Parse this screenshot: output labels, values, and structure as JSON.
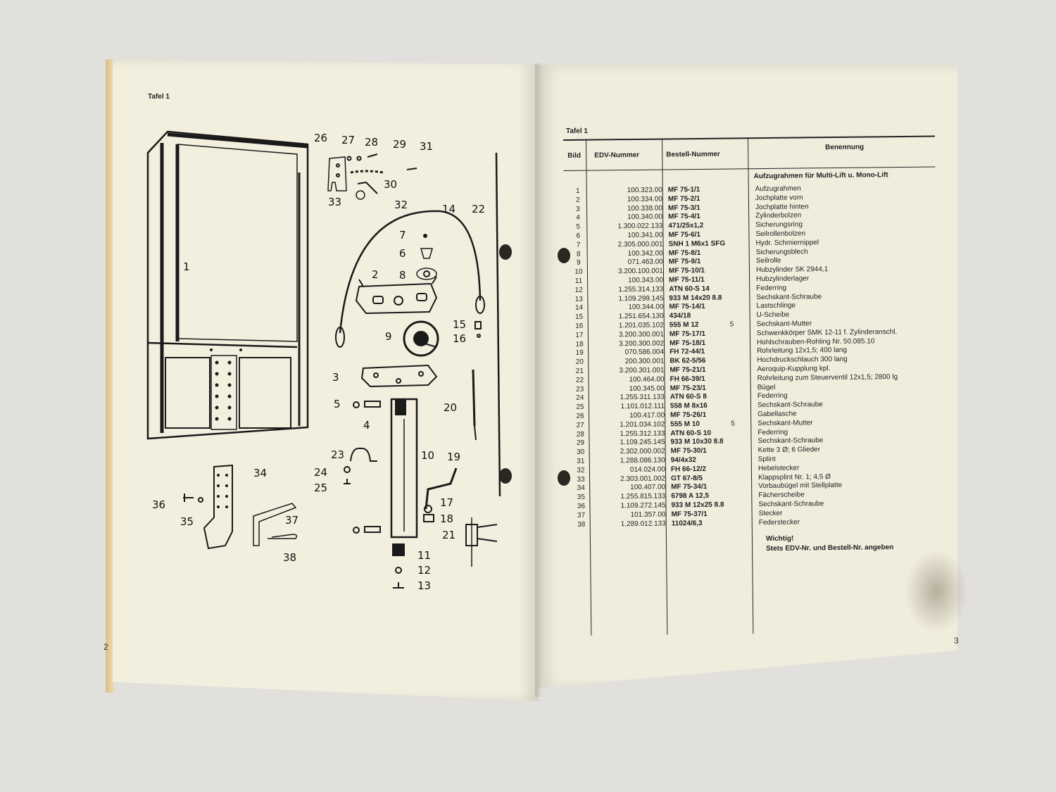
{
  "left_page": {
    "plate_title": "Tafel 1",
    "page_number": "2",
    "callouts": [
      "1",
      "2",
      "3",
      "4",
      "5",
      "6",
      "7",
      "8",
      "9",
      "10",
      "11",
      "12",
      "13",
      "14",
      "15",
      "16",
      "17",
      "18",
      "19",
      "20",
      "21",
      "22",
      "23",
      "24",
      "25",
      "26",
      "27",
      "28",
      "29",
      "30",
      "31",
      "32",
      "33",
      "34",
      "35",
      "36",
      "37",
      "38"
    ]
  },
  "right_page": {
    "plate_title": "Tafel 1",
    "page_number": "3",
    "headers": {
      "bild": "Bild",
      "edv": "EDV-Nummer",
      "bestell": "Bestell-Nummer",
      "benennung": "Benennung"
    },
    "group_heading": "Aufzugrahmen für Multi-Lift u. Mono-Lift",
    "rows": [
      {
        "bild": "1",
        "edv": "100.323.00",
        "bestell": "MF 75-1/1",
        "extra": "",
        "benennung": "Aufzugrahmen"
      },
      {
        "bild": "2",
        "edv": "100.334.00",
        "bestell": "MF 75-2/1",
        "extra": "",
        "benennung": "Jochplatte vorn"
      },
      {
        "bild": "3",
        "edv": "100.338.00",
        "bestell": "MF 75-3/1",
        "extra": "",
        "benennung": "Jochplatte hinten"
      },
      {
        "bild": "4",
        "edv": "100.340.00",
        "bestell": "MF 75-4/1",
        "extra": "",
        "benennung": "Zylinderbolzen"
      },
      {
        "bild": "5",
        "edv": "1.300.022.133",
        "bestell": "471/25x1,2",
        "extra": "",
        "benennung": "Sicherungsring"
      },
      {
        "bild": "6",
        "edv": "100.341.00",
        "bestell": "MF 75-6/1",
        "extra": "",
        "benennung": "Seilrollenbolzen"
      },
      {
        "bild": "7",
        "edv": "2.305.000.001",
        "bestell": "SNH 1 M6x1 SFG",
        "extra": "",
        "benennung": "Hydr. Schmiernippel"
      },
      {
        "bild": "8",
        "edv": "100.342.00",
        "bestell": "MF 75-8/1",
        "extra": "",
        "benennung": "Sicherungsblech"
      },
      {
        "bild": "9",
        "edv": "071.463.00",
        "bestell": "MF 75-9/1",
        "extra": "",
        "benennung": "Seilrolle"
      },
      {
        "bild": "10",
        "edv": "3.200.100.001",
        "bestell": "MF 75-10/1",
        "extra": "",
        "benennung": "Hubzylinder SK 2944,1"
      },
      {
        "bild": "11",
        "edv": "100.343.00",
        "bestell": "MF 75-11/1",
        "extra": "",
        "benennung": "Hubzylinderlager"
      },
      {
        "bild": "12",
        "edv": "1.255.314.133",
        "bestell": "ATN 60-S 14",
        "extra": "",
        "benennung": "Federring"
      },
      {
        "bild": "13",
        "edv": "1.109.299.145",
        "bestell": "933 M 14x20 8.8",
        "extra": "",
        "benennung": "Sechskant-Schraube"
      },
      {
        "bild": "14",
        "edv": "100.344.00",
        "bestell": "MF 75-14/1",
        "extra": "",
        "benennung": "Lastschlinge"
      },
      {
        "bild": "15",
        "edv": "1.251.654.130",
        "bestell": "434/18",
        "extra": "",
        "benennung": "U-Scheibe"
      },
      {
        "bild": "16",
        "edv": "1.201.035.102",
        "bestell": "555 M 12",
        "extra": "5",
        "benennung": "Sechskant-Mutter"
      },
      {
        "bild": "17",
        "edv": "3.200.300.001",
        "bestell": "MF 75-17/1",
        "extra": "",
        "benennung": "Schwenkkörper SMK 12-11 f. Zylinderanschl."
      },
      {
        "bild": "18",
        "edv": "3.200.300.002",
        "bestell": "MF 75-18/1",
        "extra": "",
        "benennung": "Hohlschrauben-Rohling Nr. 50.085.10"
      },
      {
        "bild": "19",
        "edv": "070.586.004",
        "bestell": "FH 72-44/1",
        "extra": "",
        "benennung": "Rohrleitung 12x1,5; 400 lang"
      },
      {
        "bild": "20",
        "edv": "200.300.001",
        "bestell": "BK 62-5/56",
        "extra": "",
        "benennung": "Hochdruckschlauch 300 lang"
      },
      {
        "bild": "21",
        "edv": "3.200.301.001",
        "bestell": "MF 75-21/1",
        "extra": "",
        "benennung": "Aeroquip-Kupplung kpl."
      },
      {
        "bild": "22",
        "edv": "100.464.00",
        "bestell": "FH 66-39/1",
        "extra": "",
        "benennung": "Rohrleitung zum Steuerventil 12x1,5; 2800 lg"
      },
      {
        "bild": "23",
        "edv": "100.345.00",
        "bestell": "MF 75-23/1",
        "extra": "",
        "benennung": "Bügel"
      },
      {
        "bild": "24",
        "edv": "1.255.311.133",
        "bestell": "ATN 60-S 8",
        "extra": "",
        "benennung": "Federring"
      },
      {
        "bild": "25",
        "edv": "1.101.012.111",
        "bestell": "558 M 8x16",
        "extra": "",
        "benennung": "Sechskant-Schraube"
      },
      {
        "bild": "26",
        "edv": "100.417.00",
        "bestell": "MF 75-26/1",
        "extra": "",
        "benennung": "Gabellasche"
      },
      {
        "bild": "27",
        "edv": "1.201.034.102",
        "bestell": "555 M 10",
        "extra": "5",
        "benennung": "Sechskant-Mutter"
      },
      {
        "bild": "28",
        "edv": "1.255.312.133",
        "bestell": "ATN 60-S 10",
        "extra": "",
        "benennung": "Federring"
      },
      {
        "bild": "29",
        "edv": "1.109.245.145",
        "bestell": "933 M 10x30 8.8",
        "extra": "",
        "benennung": "Sechskant-Schraube"
      },
      {
        "bild": "30",
        "edv": "2.302.000.002",
        "bestell": "MF 75-30/1",
        "extra": "",
        "benennung": "Kette 3 Ø; 6 Glieder"
      },
      {
        "bild": "31",
        "edv": "1.288.086.130",
        "bestell": "94/4x32",
        "extra": "",
        "benennung": "Splint"
      },
      {
        "bild": "32",
        "edv": "014.024.00",
        "bestell": "FH 66-12/2",
        "extra": "",
        "benennung": "Hebelstecker"
      },
      {
        "bild": "33",
        "edv": "2.303.001.002",
        "bestell": "GT 67-8/5",
        "extra": "",
        "benennung": "Klappsplint Nr. 1; 4,5 Ø"
      },
      {
        "bild": "34",
        "edv": "100.407.00",
        "bestell": "MF 75-34/1",
        "extra": "",
        "benennung": "Vorbaubügel mit Stellplatte"
      },
      {
        "bild": "35",
        "edv": "1.255.815.133",
        "bestell": "6798 A 12,5",
        "extra": "",
        "benennung": "Fächerscheibe"
      },
      {
        "bild": "36",
        "edv": "1.109.272.145",
        "bestell": "933 M 12x25 8.8",
        "extra": "",
        "benennung": "Sechskant-Schraube"
      },
      {
        "bild": "37",
        "edv": "101.357.00",
        "bestell": "MF 75-37/1",
        "extra": "",
        "benennung": "Stecker"
      },
      {
        "bild": "38",
        "edv": "1.289.012.133",
        "bestell": "11024/6,3",
        "extra": "",
        "benennung": "Federstecker"
      }
    ],
    "note_lines": [
      "Wichtig!",
      "Stets EDV-Nr. und Bestell-Nr. angeben"
    ]
  }
}
